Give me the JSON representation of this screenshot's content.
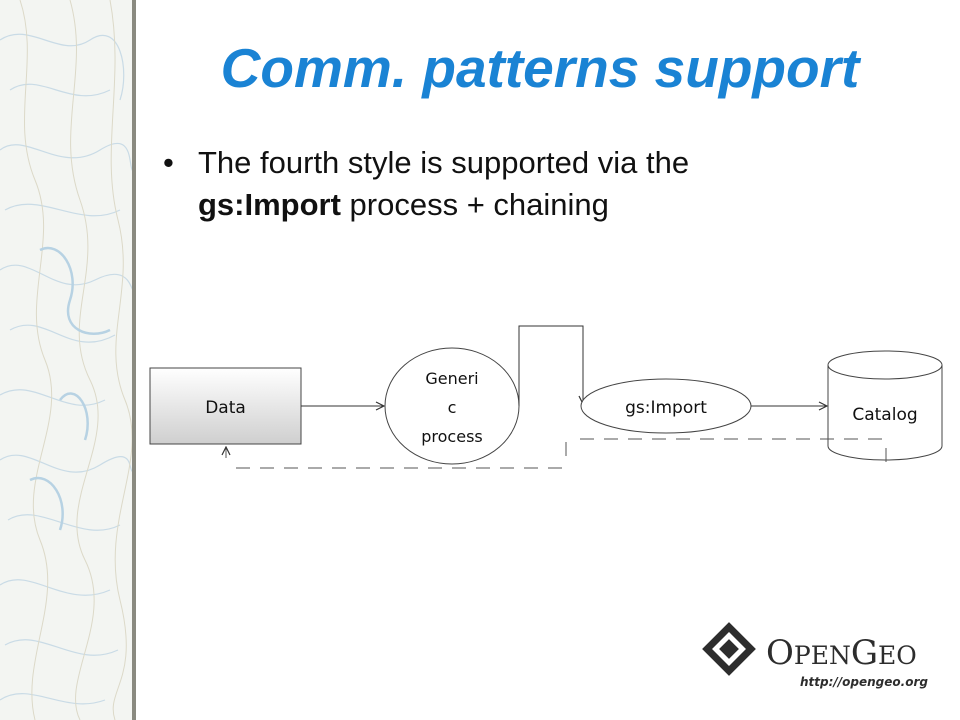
{
  "slide": {
    "title": "Comm. patterns support",
    "bullet": {
      "pre": "The fourth style is supported via the ",
      "bold": "gs:Import",
      "post": " process + chaining"
    }
  },
  "diagram": {
    "nodes": {
      "data": "Data",
      "generic_process_lines": [
        "Generi",
        "c",
        "process"
      ],
      "gs_import": "gs:Import",
      "catalog": "Catalog"
    }
  },
  "logo": {
    "name_cap1": "O",
    "name_rest1": "PEN",
    "name_cap2": "G",
    "name_rest2": "EO",
    "url": "http://opengeo.org"
  },
  "colors": {
    "title": "#1a83d4",
    "data_box_top": "#ffffff",
    "data_box_bottom": "#d0d0d0"
  }
}
